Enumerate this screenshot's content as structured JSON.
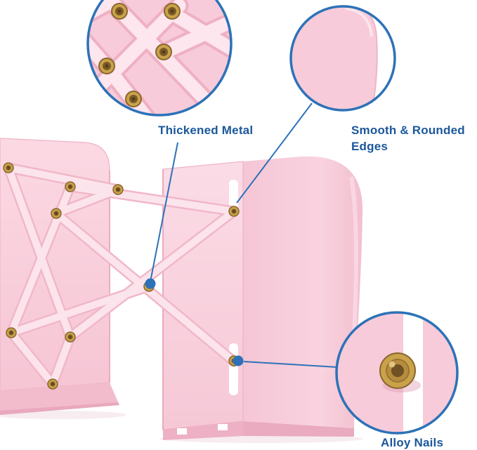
{
  "colors": {
    "accent_blue": "#2d72b8",
    "label_text": "#1b579c",
    "pink_main": "#f7cbd9",
    "pink_light": "#fde5ec",
    "pink_deep": "#f0b4c6",
    "brass_gold": "#c9a24a",
    "brass_dark": "#8a6630",
    "background": "#ffffff"
  },
  "callouts": {
    "thickened_metal": {
      "label": "Thickened Metal"
    },
    "smooth_rounded_edges": {
      "label": "Smooth & Rounded Edges"
    },
    "alloy_nails": {
      "label": "Alloy Nails"
    }
  }
}
